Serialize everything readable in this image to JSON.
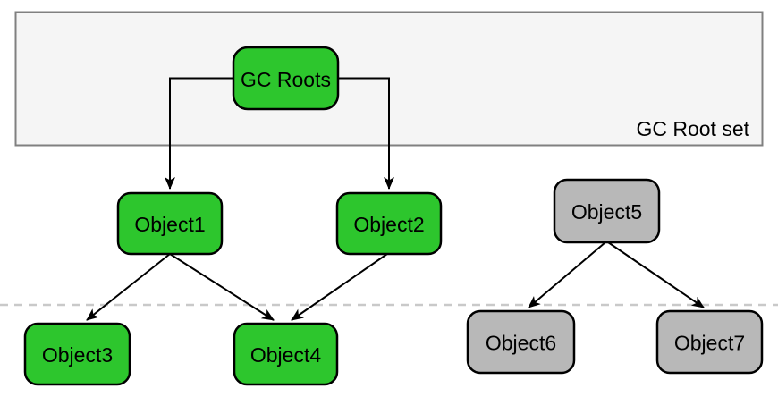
{
  "diagram": {
    "type": "gc-reachability-diagram",
    "container": {
      "label": "GC Root set"
    },
    "nodes": {
      "gc_roots": {
        "label": "GC Roots",
        "state": "root"
      },
      "object1": {
        "label": "Object1",
        "state": "reachable"
      },
      "object2": {
        "label": "Object2",
        "state": "reachable"
      },
      "object3": {
        "label": "Object3",
        "state": "reachable"
      },
      "object4": {
        "label": "Object4",
        "state": "reachable"
      },
      "object5": {
        "label": "Object5",
        "state": "unreachable"
      },
      "object6": {
        "label": "Object6",
        "state": "unreachable"
      },
      "object7": {
        "label": "Object7",
        "state": "unreachable"
      }
    },
    "edges": [
      {
        "from": "GC Roots",
        "to": "Object1"
      },
      {
        "from": "GC Roots",
        "to": "Object2"
      },
      {
        "from": "Object1",
        "to": "Object3"
      },
      {
        "from": "Object1",
        "to": "Object4"
      },
      {
        "from": "Object2",
        "to": "Object4"
      },
      {
        "from": "Object5",
        "to": "Object6"
      },
      {
        "from": "Object5",
        "to": "Object7"
      }
    ],
    "colors": {
      "reachable_fill": "#2DC62D",
      "unreachable_fill": "#B8B8B8",
      "container_fill": "#F5F5F5",
      "container_border": "#808080",
      "node_border": "#000000",
      "edge": "#000000",
      "divider": "#C9C9C9"
    }
  }
}
